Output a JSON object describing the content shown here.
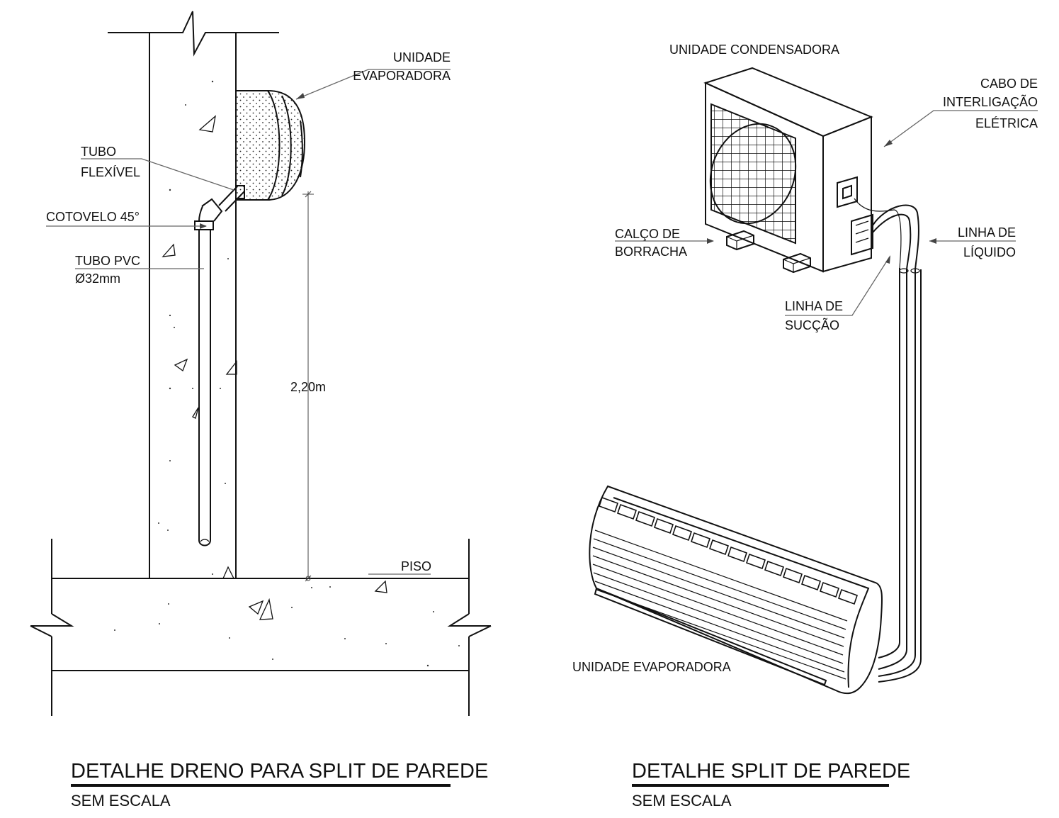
{
  "left_detail": {
    "labels": {
      "evap_line1": "UNIDADE",
      "evap_line2": "EVAPORADORA",
      "tubo_line1": "TUBO",
      "tubo_line2": "FLEXÍVEL",
      "cotovelo": "COTOVELO 45°",
      "pvc_line1": "TUBO PVC",
      "pvc_line2": "Ø32mm",
      "dimension": "2,20m",
      "piso": "PISO"
    },
    "title": "DETALHE DRENO PARA SPLIT DE PAREDE",
    "scale": "SEM ESCALA"
  },
  "right_detail": {
    "labels": {
      "condensadora": "UNIDADE CONDENSADORA",
      "cabo_line1": "CABO DE",
      "cabo_line2": "INTERLIGAÇÃO",
      "cabo_line3": "ELÉTRICA",
      "calco_line1": "CALÇO DE",
      "calco_line2": "BORRACHA",
      "liquido_line1": "LINHA DE",
      "liquido_line2": "LÍQUIDO",
      "succao_line1": "LINHA DE",
      "succao_line2": "SUCÇÃO",
      "evaporadora": "UNIDADE EVAPORADORA"
    },
    "title": "DETALHE SPLIT DE PAREDE",
    "scale": "SEM ESCALA"
  }
}
